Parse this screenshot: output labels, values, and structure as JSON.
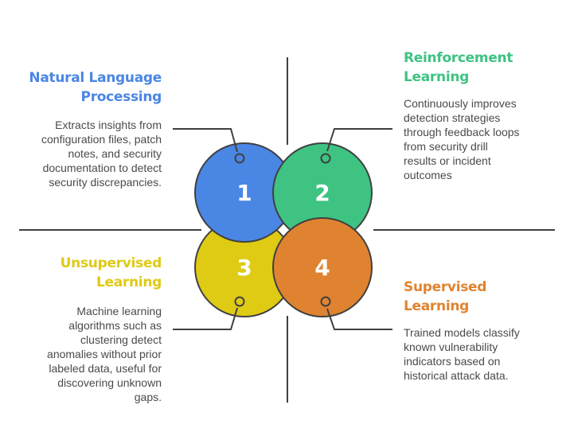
{
  "diagram": {
    "colors": {
      "stroke": "#404040",
      "number": "#ffffff"
    },
    "sections": [
      {
        "number": "1",
        "title": [
          "Natural Language",
          "Processing"
        ],
        "description": [
          "Extracts insights from",
          "configuration files, patch",
          "notes, and security",
          "documentation to detect",
          "security discrepancies."
        ],
        "color": "#4A86E4"
      },
      {
        "number": "2",
        "title": [
          "Reinforcement",
          "Learning"
        ],
        "description": [
          "Continuously improves",
          "detection strategies",
          "through feedback loops",
          "from security drill",
          "results or incident",
          "outcomes"
        ],
        "color": "#3EC383"
      },
      {
        "number": "3",
        "title": [
          "Unsupervised",
          "Learning"
        ],
        "description": [
          "Machine learning",
          "algorithms such as",
          "clustering detect",
          "anomalies without prior",
          "labeled data, useful for",
          "discovering unknown",
          "gaps."
        ],
        "color": "#DFCA14"
      },
      {
        "number": "4",
        "title": [
          "Supervised",
          "Learning"
        ],
        "description": [
          "Trained models classify",
          "known vulnerability",
          "indicators based on",
          "historical attack data."
        ],
        "color": "#E08330"
      }
    ]
  }
}
